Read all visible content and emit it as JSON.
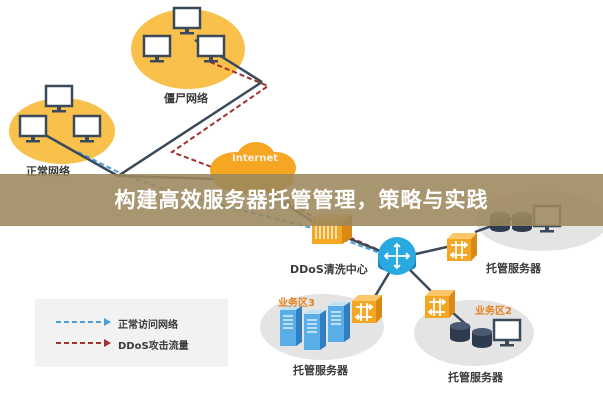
{
  "banner": {
    "title": "构建高效服务器托管管理，策略与实践"
  },
  "labels": {
    "zombie_network": "僵尸网络",
    "normal_network": "正常网络",
    "internet": "Internet",
    "ddos_center": "DDoS清洗中心",
    "hosting_server_right": "托管服务器",
    "hosting_server_bottom_left": "托管服务器",
    "hosting_server_bottom_right": "托管服务器",
    "zone3": "业务区3",
    "zone2": "业务区2"
  },
  "legend": {
    "normal": "正常访问网络",
    "attack": "DDoS攻击流量"
  },
  "colors": {
    "orange_zone": "#f9c04c",
    "light_zone": "#e4e4e4",
    "cloud": "#f5a623",
    "normal_line": "#4a9fd8",
    "attack_line": "#a0322d",
    "router_blue": "#29a9e0",
    "switch_orange": "#f5a623",
    "banner": "#9c885c"
  }
}
